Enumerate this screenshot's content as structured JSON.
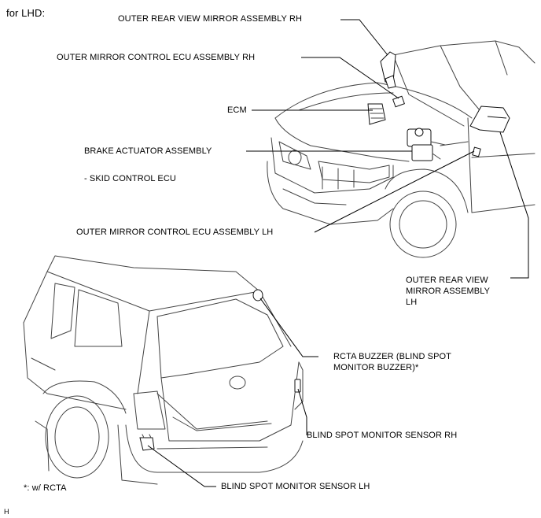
{
  "header": "for LHD:",
  "labels": {
    "mirror_rh": "OUTER REAR VIEW MIRROR ASSEMBLY RH",
    "ecu_rh": "OUTER MIRROR CONTROL ECU ASSEMBLY RH",
    "ecm": "ECM",
    "brake": "BRAKE ACTUATOR ASSEMBLY",
    "skid": "- SKID CONTROL ECU",
    "ecu_lh": "OUTER MIRROR CONTROL ECU ASSEMBLY LH",
    "mirror_lh_1": "OUTER REAR VIEW",
    "mirror_lh_2": "MIRROR ASSEMBLY",
    "mirror_lh_3": "LH",
    "rcta_1": "RCTA BUZZER (BLIND SPOT",
    "rcta_2": "MONITOR BUZZER)*",
    "bsm_rh": "BLIND SPOT MONITOR SENSOR RH",
    "bsm_lh": "BLIND SPOT MONITOR SENSOR LH",
    "footnote": "*: w/ RCTA",
    "corner": "H"
  }
}
